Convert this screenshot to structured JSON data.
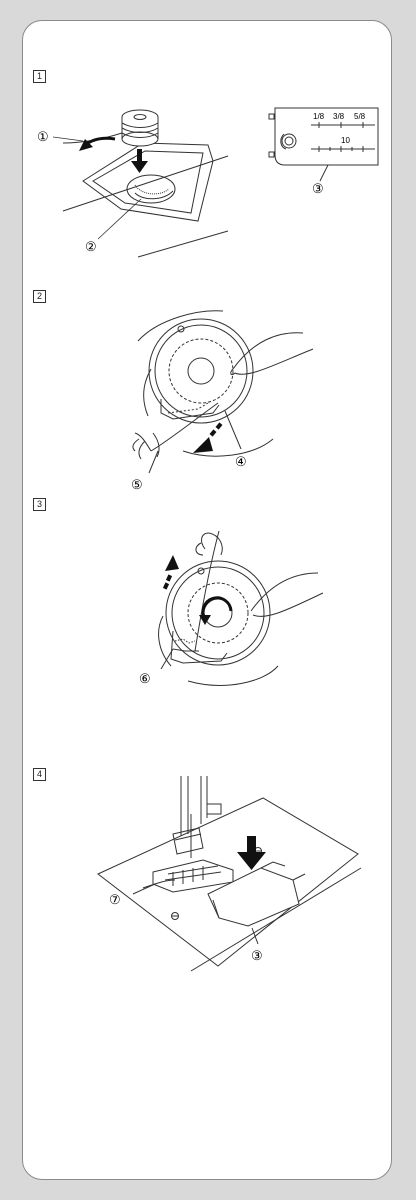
{
  "steps": [
    {
      "number": "1"
    },
    {
      "number": "2"
    },
    {
      "number": "3"
    },
    {
      "number": "4"
    }
  ],
  "callouts": {
    "c1": "①",
    "c2": "②",
    "c3": "③",
    "c4": "④",
    "c5": "⑤",
    "c6": "⑥",
    "c7": "⑦"
  },
  "scale_plate": {
    "fractions": [
      "1/8",
      "3/8",
      "5/8"
    ],
    "value": "10"
  }
}
